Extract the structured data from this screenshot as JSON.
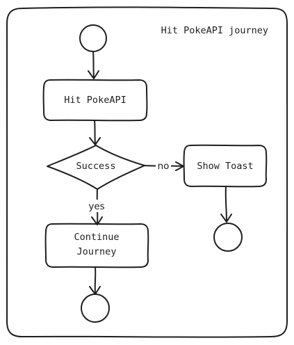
{
  "diagram": {
    "title": "Hit PokeAPI journey",
    "nodes": {
      "start": {
        "type": "initial"
      },
      "hit_pokeapi": {
        "type": "action",
        "label": "Hit PokeAPI"
      },
      "success": {
        "type": "decision",
        "label": "Success"
      },
      "show_toast": {
        "type": "action",
        "label": "Show Toast"
      },
      "continue_journey": {
        "type": "action",
        "label_line1": "Continue",
        "label_line2": "Journey"
      },
      "end_toast": {
        "type": "final"
      },
      "end_journey": {
        "type": "final"
      }
    },
    "edges": {
      "start_to_hit": {
        "from": "start",
        "to": "hit_pokeapi",
        "label": ""
      },
      "hit_to_success": {
        "from": "hit_pokeapi",
        "to": "success",
        "label": ""
      },
      "success_to_toast": {
        "from": "success",
        "to": "show_toast",
        "label": "no"
      },
      "success_to_continue": {
        "from": "success",
        "to": "continue_journey",
        "label": "yes"
      },
      "toast_to_end": {
        "from": "show_toast",
        "to": "end_toast",
        "label": ""
      },
      "continue_to_end": {
        "from": "continue_journey",
        "to": "end_journey",
        "label": ""
      }
    }
  }
}
